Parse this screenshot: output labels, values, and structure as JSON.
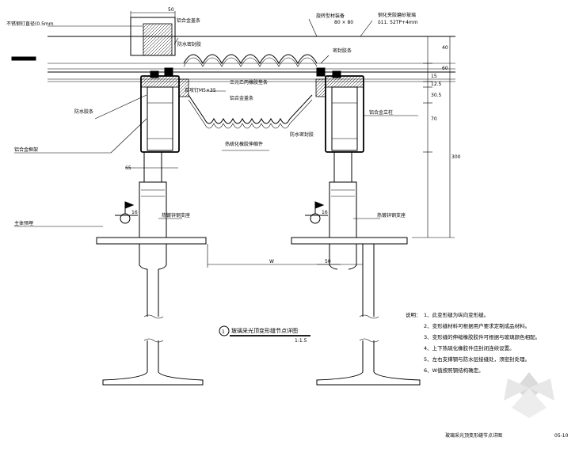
{
  "labels": {
    "top_rubber_strip": "铝合金盖条",
    "rotate_profile": "旋转型材装备",
    "stainless_plate": "不锈钢钉直径(0.5mm",
    "glass_spec": "钢化夹胶磨砂玻璃",
    "glass_spec2": "δ11. 52TP+4mm",
    "sealant": "防水密封胶",
    "seal_strip": "密封胶条",
    "rubber_cover": "三元乙丙橡胶垫条",
    "sliding_screw": "自攻钉M5×35",
    "alu_cover": "铝合金盖条",
    "waterproof_left": "防水胶条",
    "aluminium_col": "铝合金立柱",
    "fixed_rubber": "热硫化橡胶伸缩件",
    "waterproof_right": "防水密封胶",
    "alu_frame": "铝合金框架",
    "embedded": "主体预埋",
    "adjust_seat_left": "热镀锌钢支座",
    "adjust_seat_right": "热镀锌钢支座",
    "dim_width_80": "80 × 80"
  },
  "dims": {
    "top_50": "50",
    "right_40": "40",
    "right_60": "60",
    "right_15": "15",
    "right_125": "12.5",
    "right_305": "30.5",
    "right_70": "70",
    "right_300": "300",
    "left_65": "65",
    "mid_w": "W",
    "mid_50": "50",
    "left_16": "16",
    "right_16": "16"
  },
  "title": {
    "circle_num": "1",
    "text": "玻璃采光顶变形缝节点详图",
    "scale": "1:1.5"
  },
  "notes": {
    "heading": "说明：",
    "items": [
      "1、此变形缝为纵向变形缝。",
      "2、变形缝材料可根据用户要求定制成品材料。",
      "3、变形缝的伸缩橡胶胶件可根据与玻璃颜色相配。",
      "4、上下热硫化橡胶件应封闭连续设置。",
      "5、左右支撑钢与防水层接缝处，须密封处理。",
      "6、W值按照钢结构确定。"
    ]
  },
  "footer": {
    "drawing_title": "玻璃采光顶变形缝节点详图",
    "sheet": "05-10"
  }
}
